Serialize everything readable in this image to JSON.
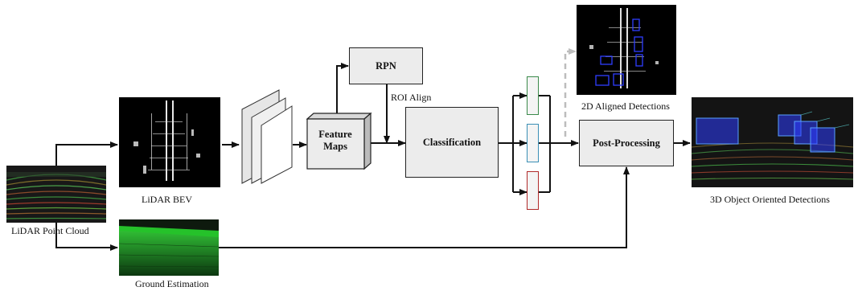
{
  "labels": {
    "lidar_point_cloud": "LiDAR Point Cloud",
    "lidar_bev": "LiDAR BEV",
    "ground_estimation": "Ground Estimation",
    "rpn": "RPN",
    "roi_align": "ROI Align",
    "feature_maps_line1": "Feature",
    "feature_maps_line2": "Maps",
    "classification": "Classification",
    "post_processing": "Post-Processing",
    "aligned_detections": "2D Aligned Detections",
    "oriented_detections": "3D Object Oriented Detections"
  },
  "colors": {
    "branch_green": "#3a8a4a",
    "branch_blue": "#3a8fb5",
    "branch_red": "#b02a2a",
    "box_fill": "#ececec",
    "dashed_arrow": "#bdbdbd",
    "detection_box_blue": "#2e3dff",
    "ground_green": "#25c22a"
  }
}
